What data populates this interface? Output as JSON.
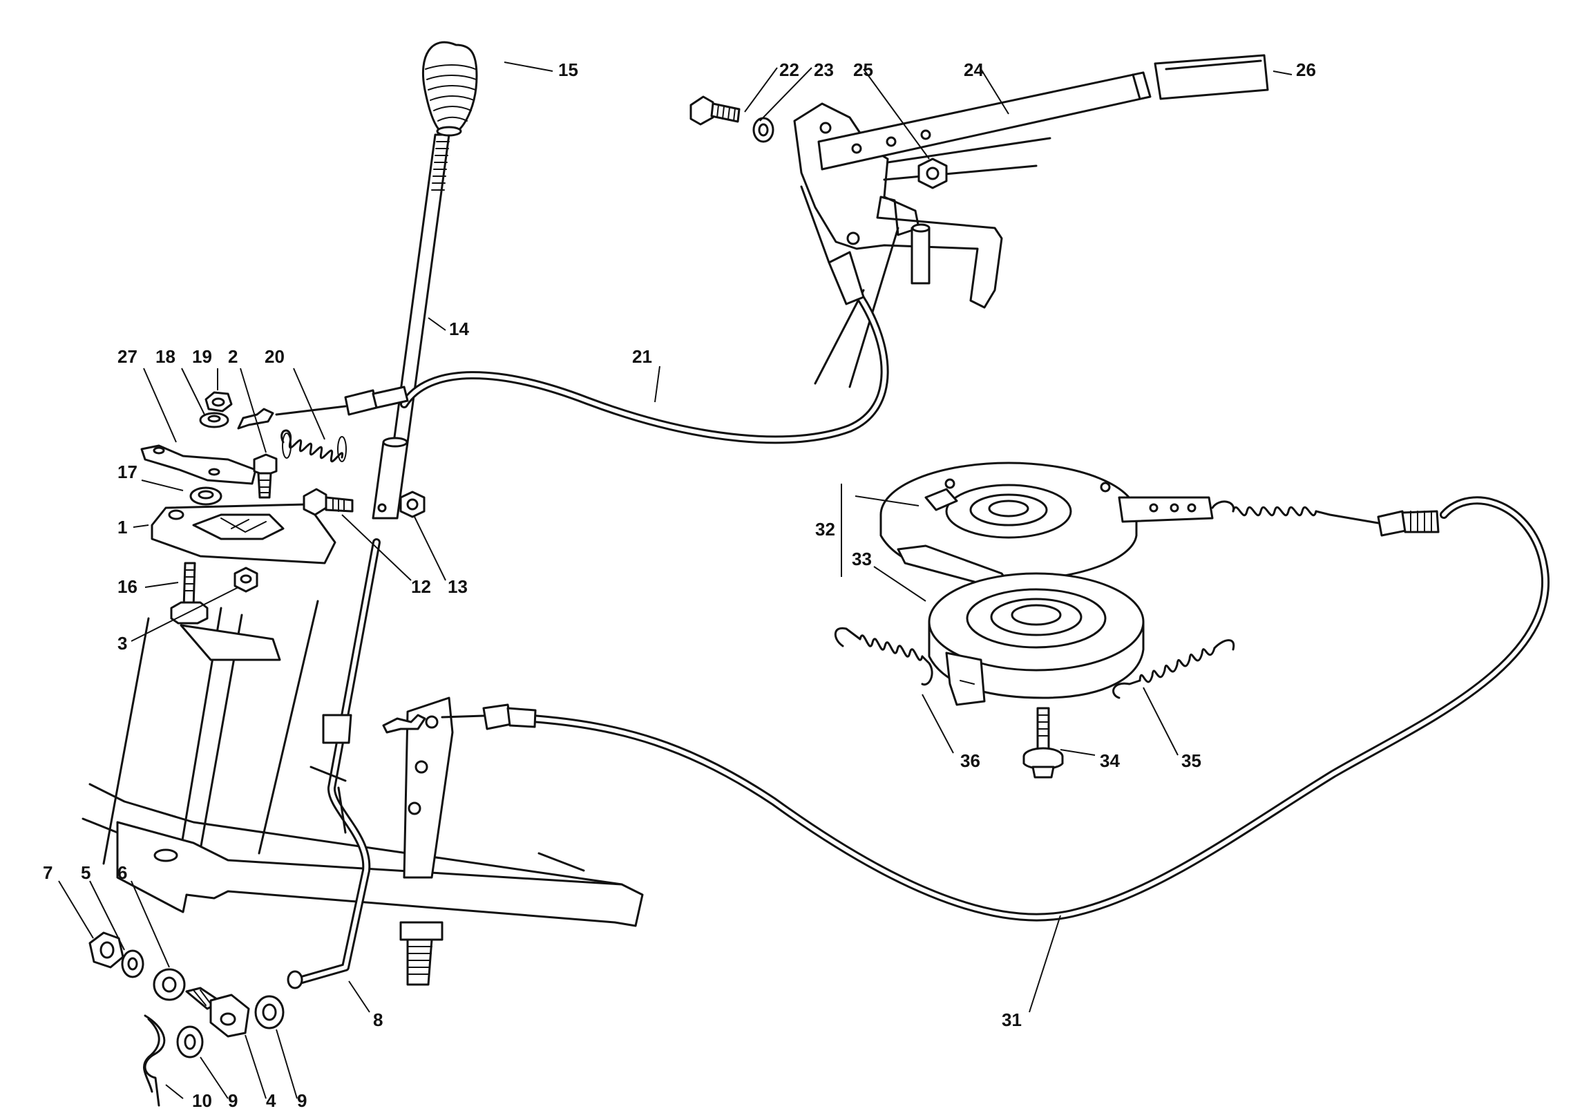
{
  "labels": [
    {
      "id": "l15",
      "text": "15"
    },
    {
      "id": "l22",
      "text": "22"
    },
    {
      "id": "l23",
      "text": "23"
    },
    {
      "id": "l25",
      "text": "25"
    },
    {
      "id": "l24",
      "text": "24"
    },
    {
      "id": "l26",
      "text": "26"
    },
    {
      "id": "l14",
      "text": "14"
    },
    {
      "id": "l21",
      "text": "21"
    },
    {
      "id": "l27",
      "text": "27"
    },
    {
      "id": "l18",
      "text": "18"
    },
    {
      "id": "l19",
      "text": "19"
    },
    {
      "id": "l2",
      "text": "2"
    },
    {
      "id": "l20",
      "text": "20"
    },
    {
      "id": "l17",
      "text": "17"
    },
    {
      "id": "l1",
      "text": "1"
    },
    {
      "id": "l12",
      "text": "12"
    },
    {
      "id": "l13",
      "text": "13"
    },
    {
      "id": "l16",
      "text": "16"
    },
    {
      "id": "l3",
      "text": "3"
    },
    {
      "id": "l32",
      "text": "32"
    },
    {
      "id": "l33",
      "text": "33"
    },
    {
      "id": "l36",
      "text": "36"
    },
    {
      "id": "l34",
      "text": "34"
    },
    {
      "id": "l35",
      "text": "35"
    },
    {
      "id": "l7",
      "text": "7"
    },
    {
      "id": "l5",
      "text": "5"
    },
    {
      "id": "l6",
      "text": "6"
    },
    {
      "id": "l8",
      "text": "8"
    },
    {
      "id": "l31",
      "text": "31"
    },
    {
      "id": "l10",
      "text": "10"
    },
    {
      "id": "l9a",
      "text": "9"
    },
    {
      "id": "l4",
      "text": "4"
    },
    {
      "id": "l9b",
      "text": "9"
    }
  ]
}
